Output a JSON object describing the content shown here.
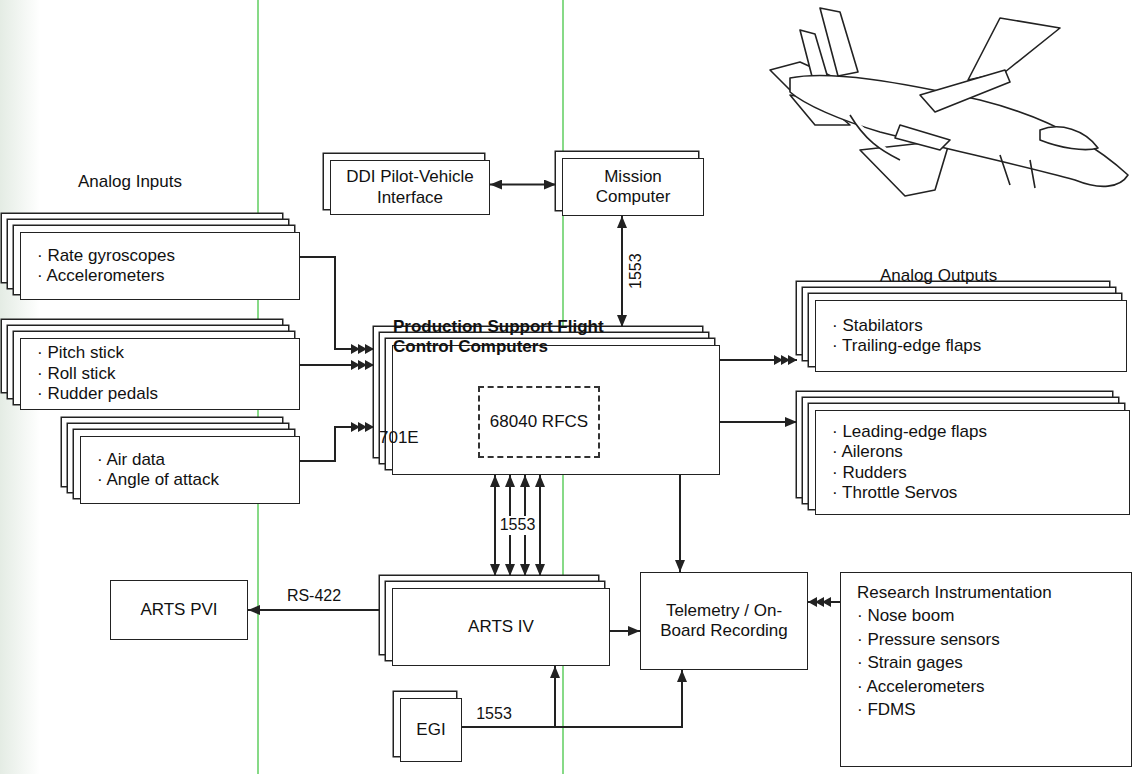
{
  "diagram": {
    "nodes": [
      {
        "text": [
          "DDI Pilot-Vehicle Interface"
        ]
      },
      {
        "text": [
          "Mission Computer"
        ]
      },
      {
        "text": [
          "· Rate gyroscopes",
          "· Accelerometers"
        ]
      },
      {
        "text": [
          "· Pitch stick",
          "· Roll stick",
          "· Rudder pedals"
        ]
      },
      {
        "text": [
          "· Air data",
          "· Angle of attack"
        ]
      },
      {
        "text": [
          "Production Support Flight Control Computers",
          "701E"
        ]
      },
      {
        "text": [
          "68040 RFCS"
        ],
        "in": 5
      },
      {
        "text": [
          "· Stabilators",
          "· Trailing-edge flaps"
        ]
      },
      {
        "text": [
          "· Leading-edge flaps",
          "· Ailerons",
          "· Rudders",
          "· Throttle Servos"
        ]
      },
      {
        "text": [
          "ARTS IV"
        ]
      },
      {
        "text": [
          "ARTS PVI"
        ]
      },
      {
        "text": [
          "Telemetry / On-Board Recording"
        ]
      },
      {
        "text": [
          "Research Instrumentation",
          "· Nose boom",
          "· Pressure sensors",
          "· Strain gages",
          "· Accelerometers",
          "· FDMS"
        ]
      },
      {
        "text": [
          "EGI"
        ]
      }
    ],
    "edges": [
      {
        "from": 0,
        "to": 1,
        "arrow": "both"
      },
      {
        "from": 1,
        "to": 5,
        "arrow": "both",
        "label": "1553"
      },
      {
        "from": 2,
        "to": 5,
        "arrow": "to"
      },
      {
        "from": 3,
        "to": 5,
        "arrow": "to"
      },
      {
        "from": 4,
        "to": 5,
        "arrow": "to"
      },
      {
        "from": 5,
        "to": 7,
        "arrow": "to"
      },
      {
        "from": 5,
        "to": 8,
        "arrow": "to"
      },
      {
        "from": 9,
        "to": 5,
        "arrow": "both",
        "label": "1553"
      },
      {
        "from": 9,
        "to": 10,
        "arrow": "to",
        "label": "RS-422"
      },
      {
        "from": 5,
        "to": 11,
        "arrow": "to"
      },
      {
        "from": 9,
        "to": 11,
        "arrow": "to"
      },
      {
        "from": 12,
        "to": 11,
        "arrow": "to"
      },
      {
        "from": 13,
        "to": 9,
        "arrow": "to",
        "label": "1553"
      },
      {
        "from": 13,
        "to": 11,
        "arrow": "to"
      }
    ],
    "labels": [
      "Analog Inputs",
      "Analog Outputs"
    ]
  }
}
